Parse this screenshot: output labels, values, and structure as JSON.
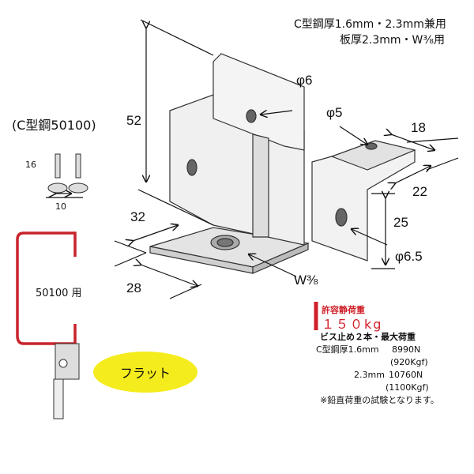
{
  "spec": {
    "line1": "C型鋼厚1.6mm・2.3mm兼用",
    "line2": "板厚2.3mm・W⅜用"
  },
  "channel_label": "(C型鋼50100)",
  "screw": {
    "height": "16",
    "width": "10"
  },
  "dims": {
    "d52": "52",
    "phi6": "φ6",
    "phi5": "φ5",
    "d18": "18",
    "d22": "22",
    "d25": "25",
    "phi65": "φ6.5",
    "d32": "32",
    "d28": "28",
    "w38": "W⅜"
  },
  "usage_label": "50100 用",
  "flat_badge": "フラット",
  "load": {
    "title": "許容静荷重",
    "value": "１５０kg",
    "subtitle": "ビス止め２本・最大荷重",
    "rows": [
      {
        "label": "C型鋼厚1.6mm",
        "n": "8990N",
        "kgf": "(920Kgf)"
      },
      {
        "label": "2.3mm",
        "n": "10760N",
        "kgf": "(1100Kgf)"
      }
    ],
    "footnote": "※鉛直荷重の試験となります。"
  },
  "colors": {
    "accent": "#d0202a",
    "badge": "#f5ec1e"
  }
}
